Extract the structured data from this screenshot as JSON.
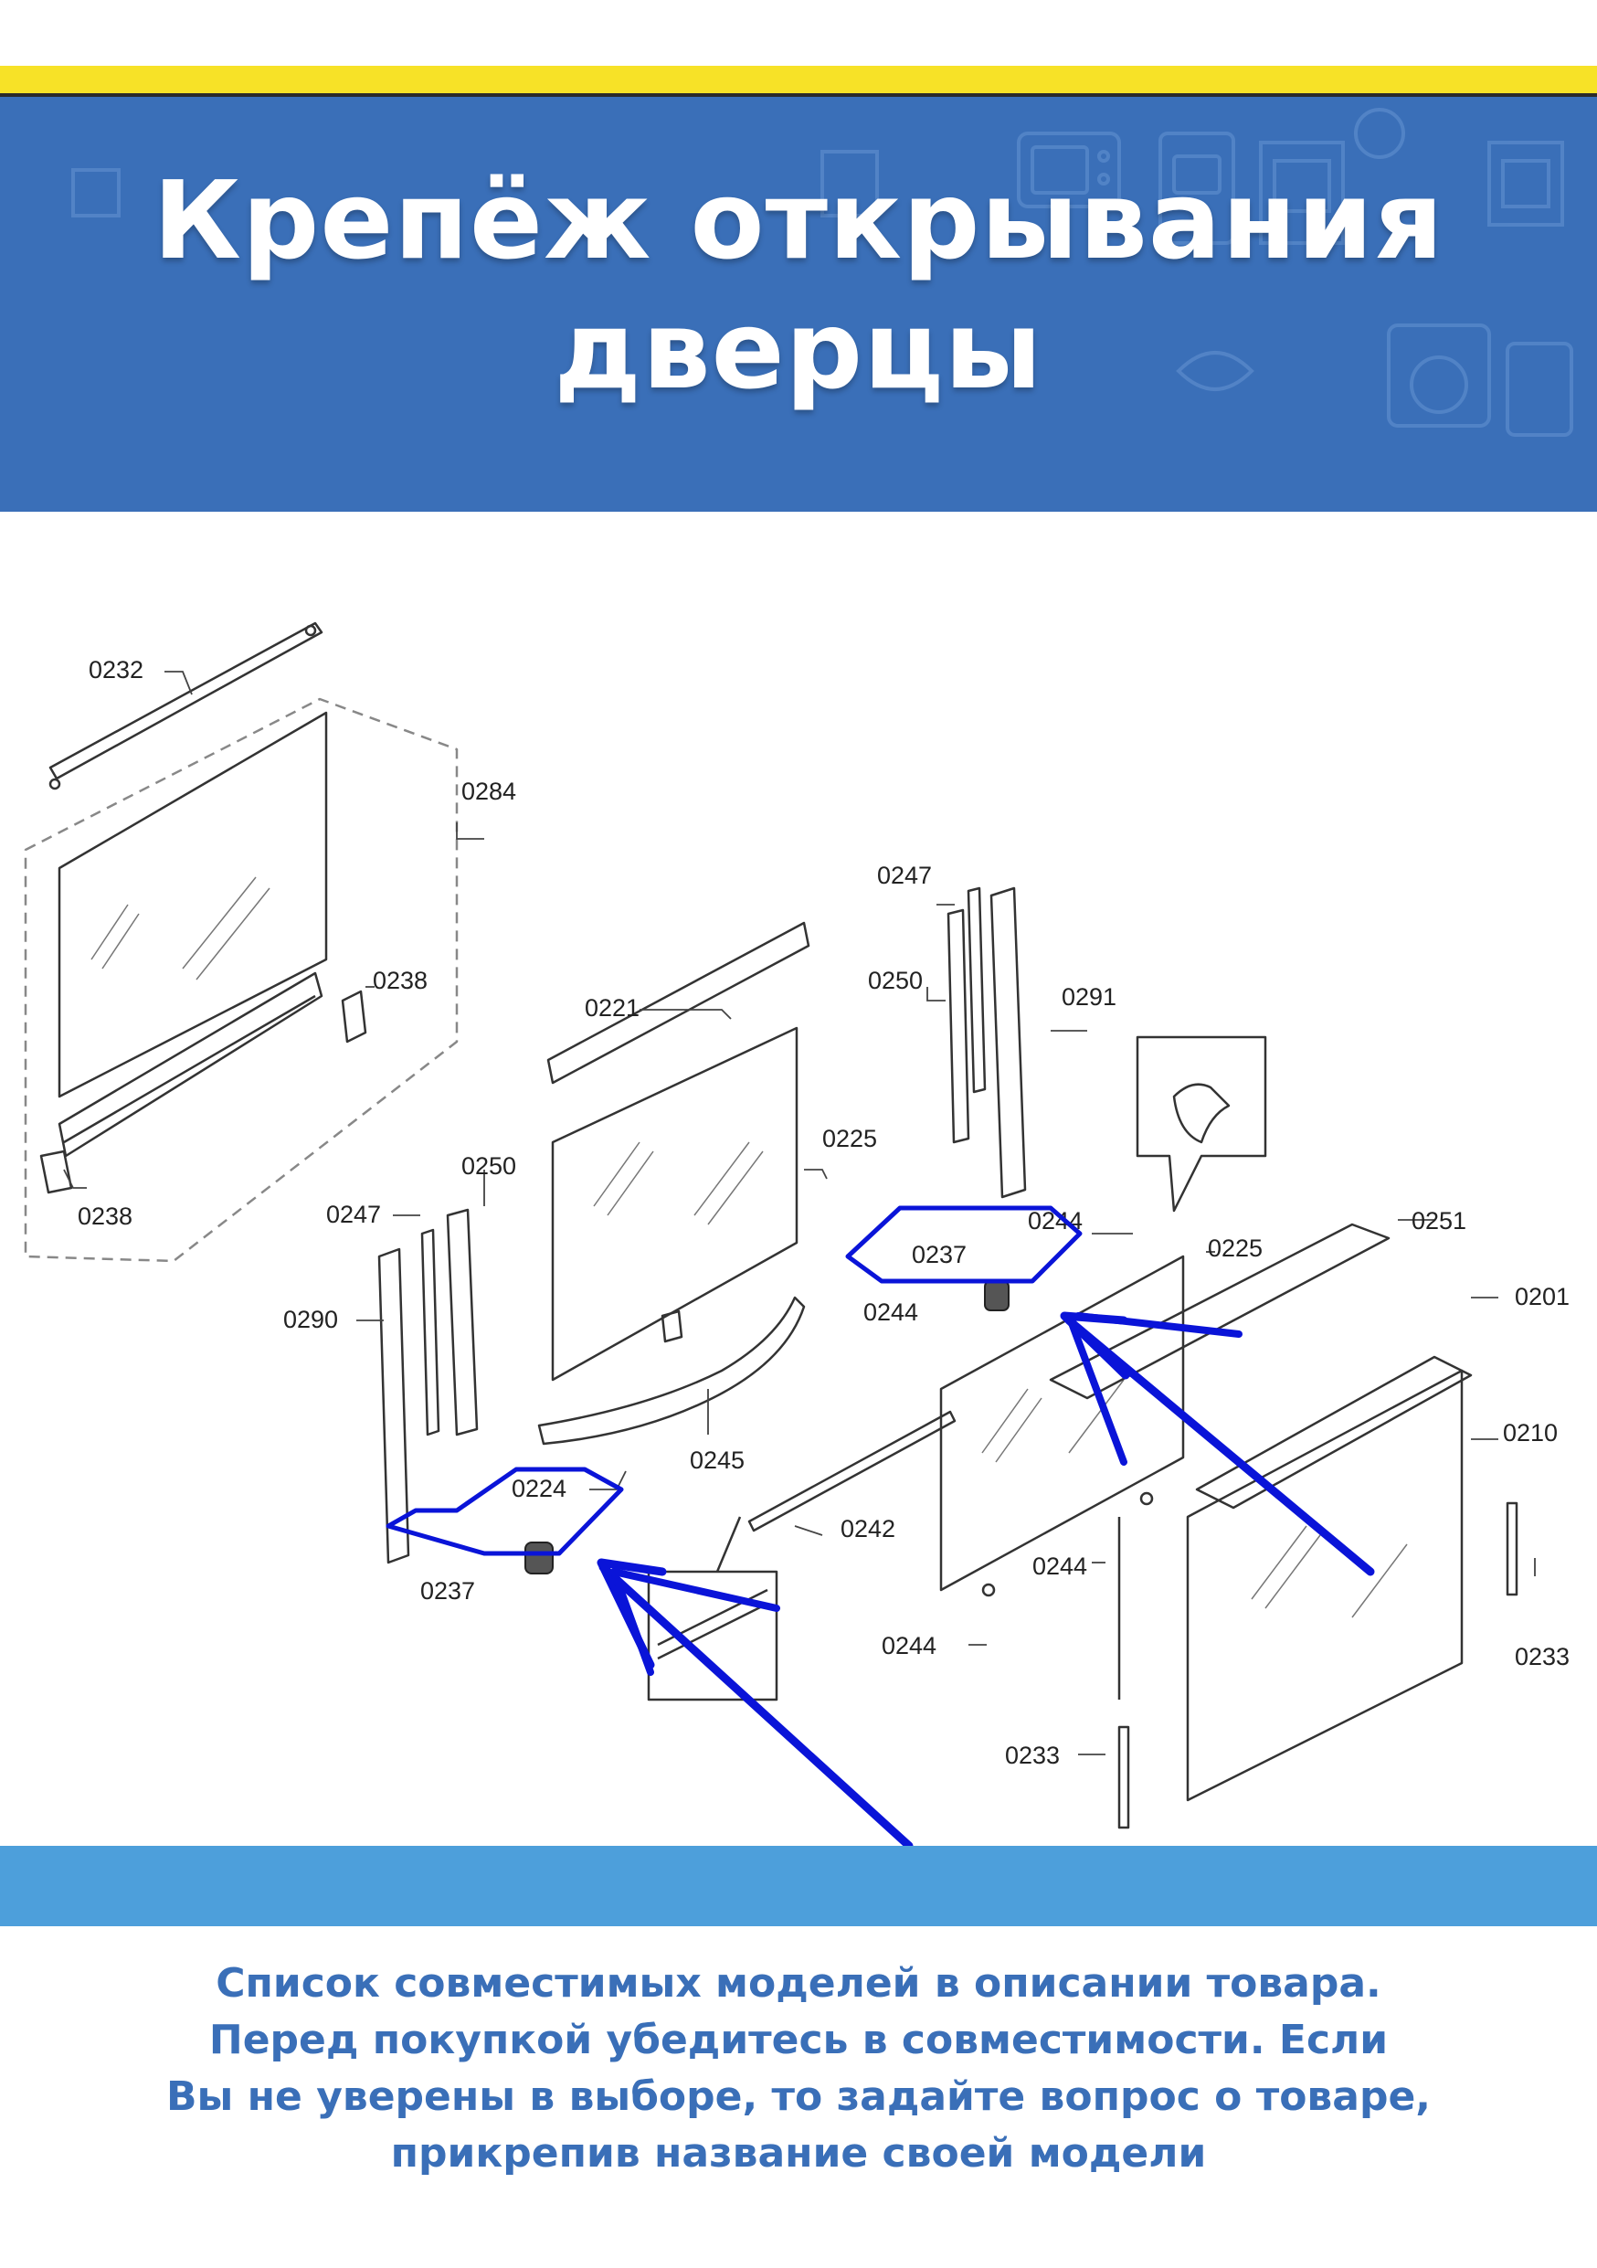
{
  "header": {
    "title_line1": "Крепёж открывания",
    "title_line2": "дверцы"
  },
  "diagram": {
    "labels": {
      "l0232": "0232",
      "l0284": "0284",
      "l0238a": "0238",
      "l0238b": "0238",
      "l0221": "0221",
      "l0225a": "0225",
      "l0250a": "0250",
      "l0247a": "0247",
      "l0290": "0290",
      "l0224": "0224",
      "l0245": "0245",
      "l0237a": "0237",
      "l0242": "0242",
      "l0247b": "0247",
      "l0250b": "0250",
      "l0291": "0291",
      "l0244a": "0244",
      "l0237b": "0237",
      "l0244b": "0244",
      "l0225b": "0225",
      "l0251": "0251",
      "l0201": "0201",
      "l0210": "0210",
      "l0244c": "0244",
      "l0244d": "0244",
      "l0233a": "0233",
      "l0233b": "0233"
    },
    "highlight_color": "#0a14d8"
  },
  "footer": {
    "line1": "Список совместимых моделей в описании товара.",
    "line2": "Перед покупкой убедитесь в совместимости. Если",
    "line3": "Вы не уверены в выборе, то задайте вопрос о товаре,",
    "line4": "прикрепив название своей модели"
  },
  "colors": {
    "brand_blue": "#3a6fb8",
    "accent_yellow": "#f7e227",
    "bottom_band": "#4d9fdb"
  }
}
